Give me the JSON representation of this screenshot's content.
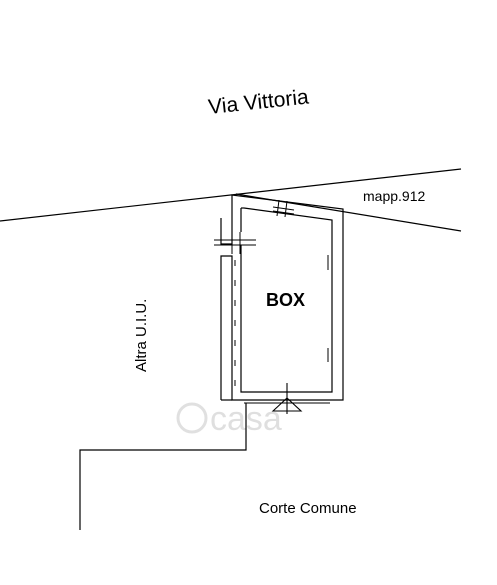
{
  "labels": {
    "street": "Via  Vittoria",
    "parcel": "mapp.912",
    "unit": "BOX",
    "neighbor": "Altra U.I.U.",
    "courtyard": "Corte Comune"
  },
  "watermark": {
    "text": "casa",
    "icon": "casa-logo-icon"
  }
}
